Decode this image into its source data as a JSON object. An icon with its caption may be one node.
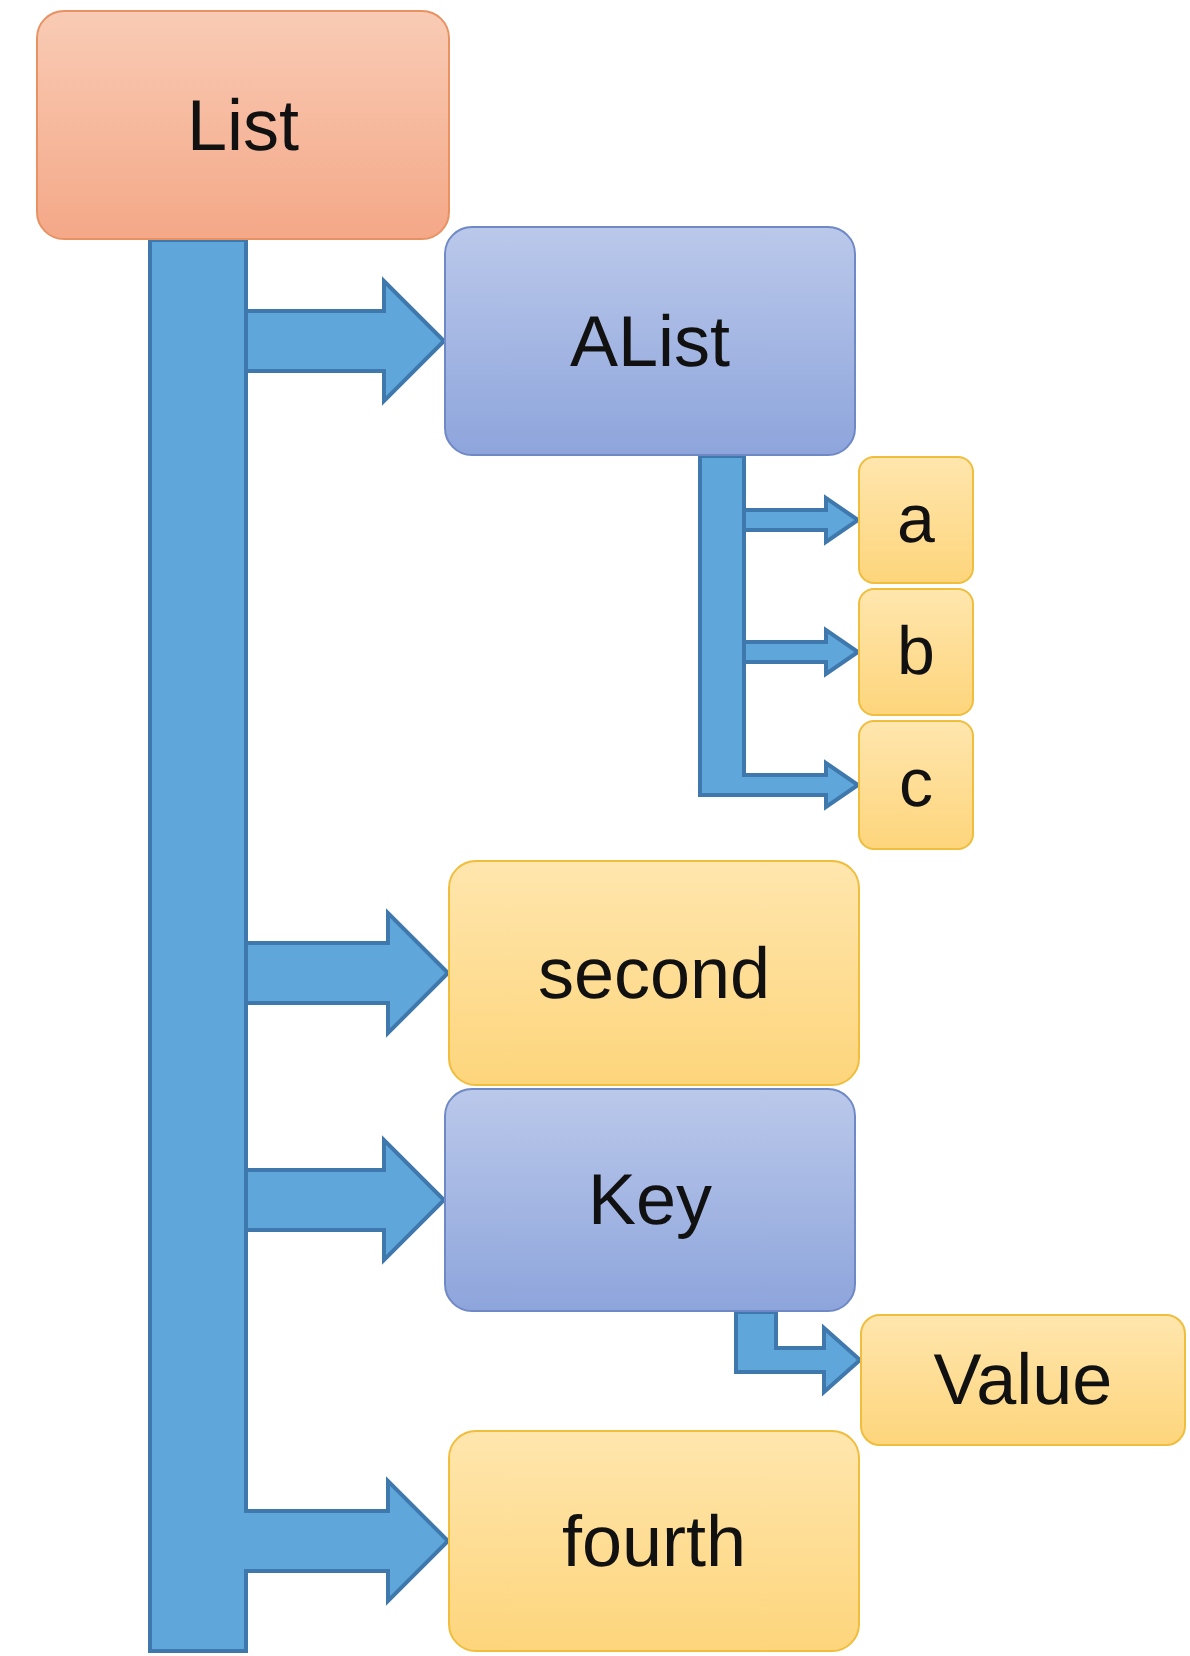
{
  "diagram": {
    "nodes": [
      {
        "text": [
          "List"
        ]
      },
      {
        "text": [
          "AList"
        ]
      },
      {
        "text": [
          "a"
        ]
      },
      {
        "text": [
          "b"
        ]
      },
      {
        "text": [
          "c"
        ]
      },
      {
        "text": [
          "second"
        ]
      },
      {
        "text": [
          "Key"
        ]
      },
      {
        "text": [
          "Value"
        ]
      },
      {
        "text": [
          "fourth"
        ]
      }
    ],
    "edges": [
      {
        "from": 0,
        "to": 1,
        "arrow": "to"
      },
      {
        "from": 0,
        "to": 5,
        "arrow": "to"
      },
      {
        "from": 0,
        "to": 6,
        "arrow": "to"
      },
      {
        "from": 0,
        "to": 8,
        "arrow": "to"
      },
      {
        "from": 1,
        "to": 2,
        "arrow": "to"
      },
      {
        "from": 1,
        "to": 3,
        "arrow": "to"
      },
      {
        "from": 1,
        "to": 4,
        "arrow": "to"
      },
      {
        "from": 6,
        "to": 7,
        "arrow": "to"
      }
    ]
  }
}
